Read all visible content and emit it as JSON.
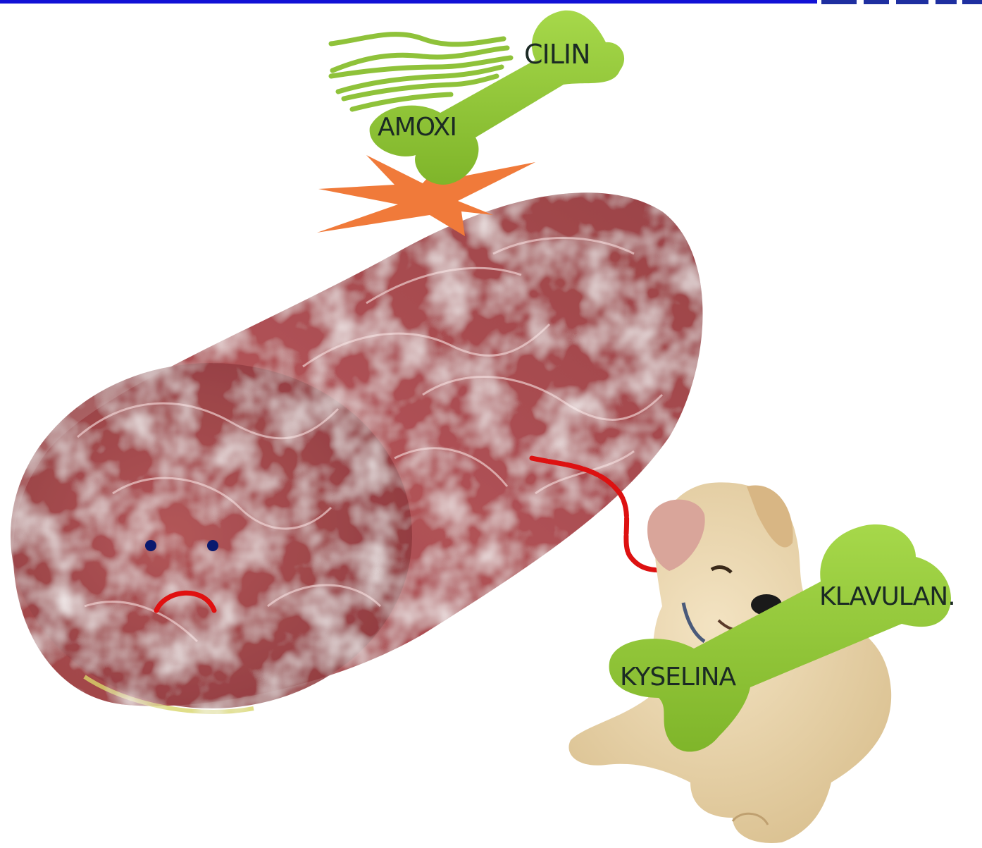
{
  "colors": {
    "top_bar": "#1212d6",
    "bone": "#9acd3a",
    "bone_shade": "#78ab24",
    "bacterium": "#a8484c",
    "burst": "#f07a3a",
    "tether": "#dd1111",
    "dog": "#e8d4ac",
    "face_eyes": "#0a1a6e",
    "face_mouth": "#e01010",
    "label_text": "#1b2a24"
  },
  "bone_top": {
    "label_left": "AMOXI",
    "label_right": "CILIN"
  },
  "bone_dog": {
    "label_left": "KYSELINA",
    "label_right": "KLAVULAN."
  },
  "icons": {
    "bacterium": "rod-bacterium-icon",
    "dog": "puppy-icon",
    "burst": "impact-burst-icon",
    "face": "sad-face-icon"
  }
}
